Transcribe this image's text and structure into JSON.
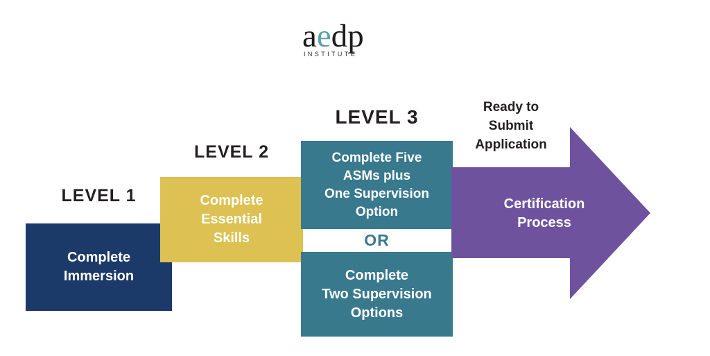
{
  "logo": {
    "prefix": "a",
    "accent_letter": "e",
    "suffix": "dp",
    "subtitle": "INSTITUTE"
  },
  "levels": [
    {
      "label": "LEVEL 1",
      "text": "Complete\nImmersion"
    },
    {
      "label": "LEVEL 2",
      "text": "Complete\nEssential\nSkills"
    },
    {
      "label": "LEVEL 3",
      "option_a": "Complete Five\nASMs plus\nOne Supervision\nOption",
      "divider": "OR",
      "option_b": "Complete\nTwo Supervision\nOptions"
    }
  ],
  "arrow": {
    "ready_label": "Ready to\nSubmit\nApplication",
    "text": "Certification\nProcess"
  },
  "palette": {
    "navy": "#1c3a69",
    "gold": "#ddc152",
    "teal": "#39798d",
    "purple": "#6f529e",
    "label_text": "#231f20",
    "box_text": "#ffffff",
    "logo_accent": "#5ba1a7"
  }
}
